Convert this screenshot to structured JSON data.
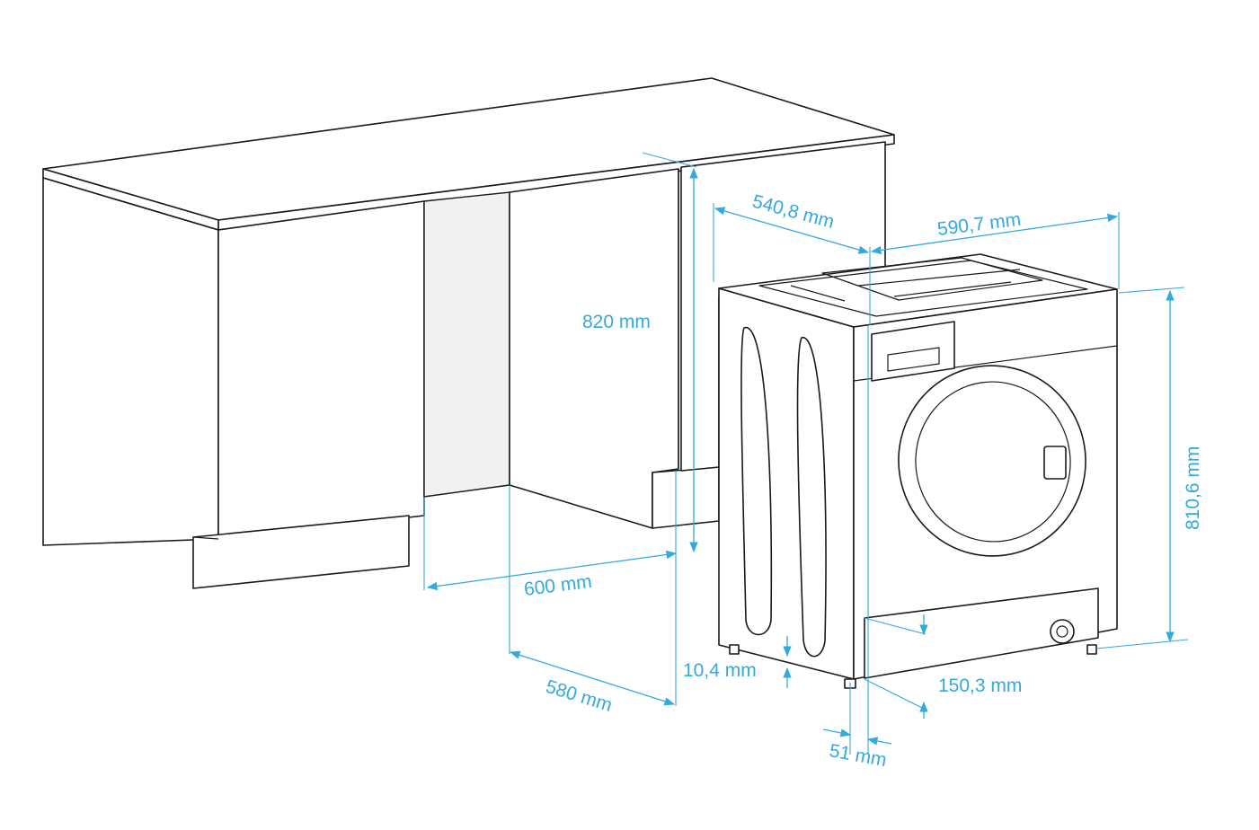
{
  "colors": {
    "dimension": "#33aadd",
    "outline": "#1a1a1a",
    "background": "#ffffff"
  },
  "dimensions": {
    "cabinet_height": "820 mm",
    "niche_width": "600 mm",
    "niche_depth": "580 mm",
    "machine_depth": "540,8 mm",
    "machine_width": "590,7 mm",
    "machine_height": "810,6 mm",
    "foot_height": "10,4 mm",
    "plinth_height": "150,3 mm",
    "door_offset": "51 mm"
  }
}
